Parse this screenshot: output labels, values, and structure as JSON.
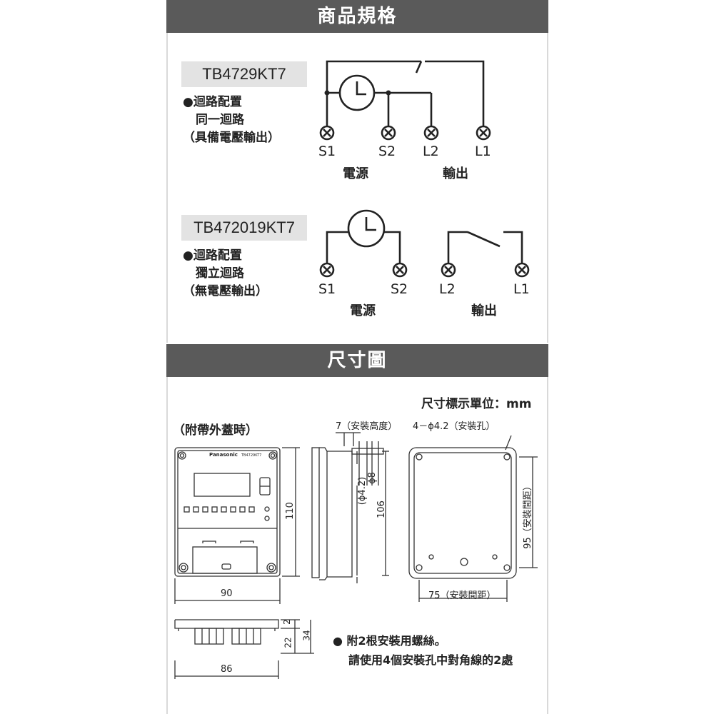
{
  "spec_section": {
    "title": "商品規格",
    "circuits": [
      {
        "model": "TB4729KT7",
        "desc_line1": "●迴路配置",
        "desc_line2": "同一迴路",
        "desc_line3": "（具備電壓輸出）",
        "terminals": [
          "S1",
          "S2",
          "L2",
          "L1"
        ],
        "group_power": "電源",
        "group_output": "輸出"
      },
      {
        "model": "TB472019KT7",
        "desc_line1": "●迴路配置",
        "desc_line2": "獨立迴路",
        "desc_line3": "（無電壓輸出）",
        "terminals": [
          "S1",
          "S2",
          "L2",
          "L1"
        ],
        "group_power": "電源",
        "group_output": "輸出"
      }
    ]
  },
  "dimension_section": {
    "title": "尺寸圖",
    "unit_note": "尺寸標示單位：mm",
    "with_cover": "（附帶外蓋時）",
    "install_height": "7（安裝高度）",
    "mount_holes": "4－ϕ4.2（安裝孔）",
    "dims": {
      "h110": "110",
      "w90": "90",
      "hole_dia": "(ϕ4.2)",
      "phi8": "ϕ8",
      "h106": "106",
      "pitch95": "95（安裝間距）",
      "pitch75": "75（安裝間距）",
      "d2": "2",
      "d22": "22",
      "d34": "34",
      "w86": "86"
    },
    "device": {
      "brand": "Panasonic",
      "model": "TB4729KT7"
    },
    "notes": {
      "line1": "● 附2根安裝用螺絲。",
      "line2": "請使用4個安裝孔中對角線的2處"
    }
  }
}
